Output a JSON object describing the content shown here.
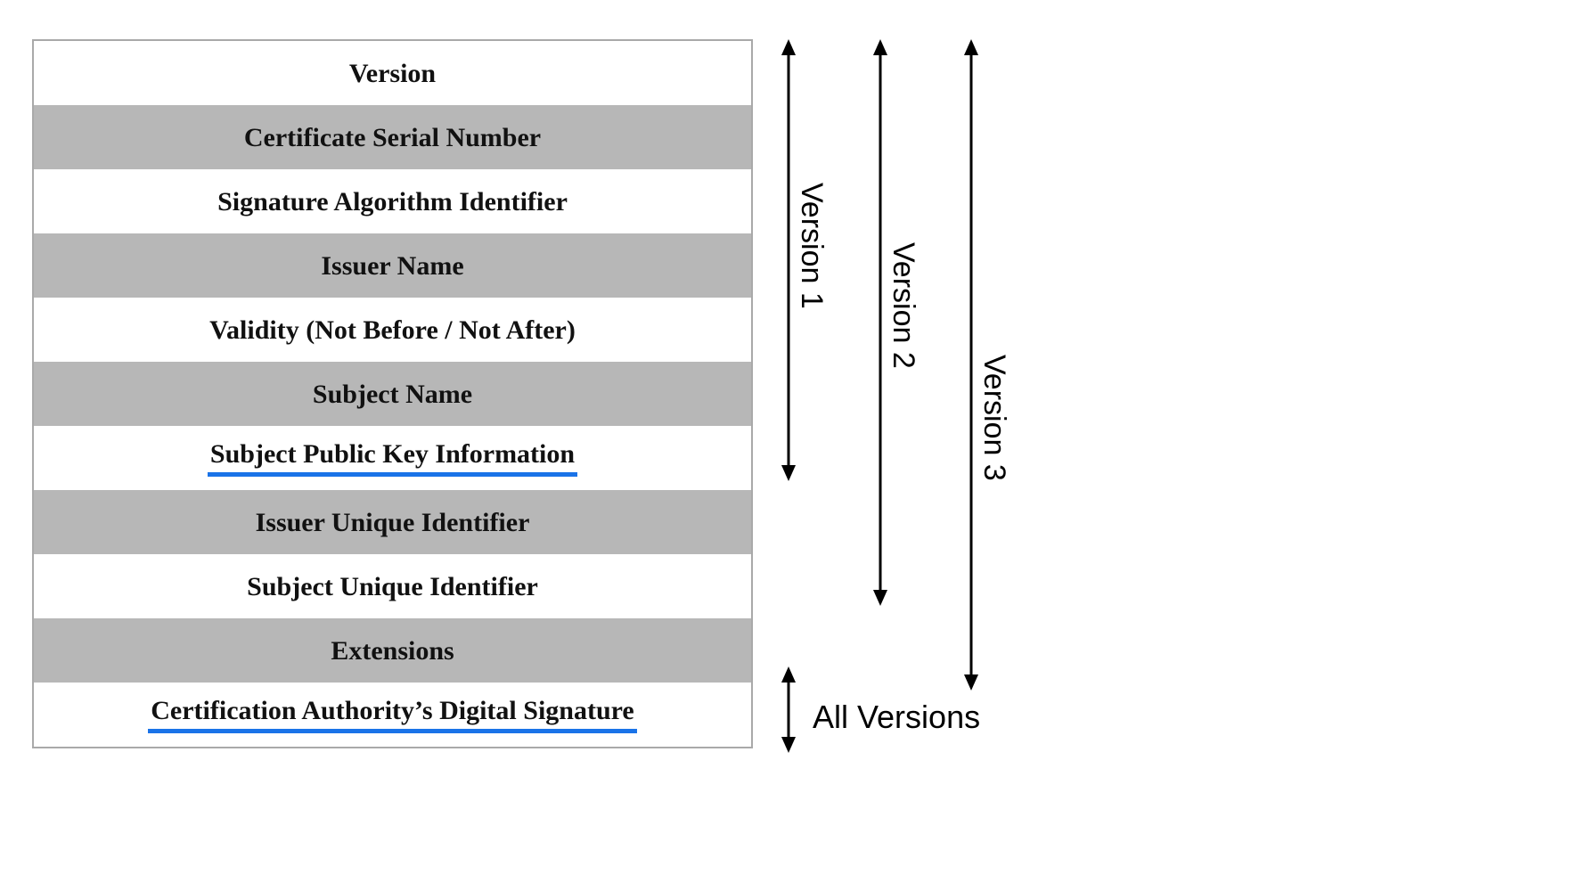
{
  "table": {
    "rows": [
      {
        "label": "Version",
        "shaded": false,
        "underlined": false
      },
      {
        "label": "Certificate Serial Number",
        "shaded": true,
        "underlined": false
      },
      {
        "label": "Signature Algorithm Identifier",
        "shaded": false,
        "underlined": false
      },
      {
        "label": "Issuer Name",
        "shaded": true,
        "underlined": false
      },
      {
        "label": "Validity (Not Before / Not After)",
        "shaded": false,
        "underlined": false
      },
      {
        "label": "Subject Name",
        "shaded": true,
        "underlined": false
      },
      {
        "label": "Subject Public Key Information",
        "shaded": false,
        "underlined": true
      },
      {
        "label": "Issuer Unique Identifier",
        "shaded": true,
        "underlined": false
      },
      {
        "label": "Subject Unique Identifier",
        "shaded": false,
        "underlined": false
      },
      {
        "label": "Extensions",
        "shaded": true,
        "underlined": false
      },
      {
        "label": "Certification Authority’s Digital Signature",
        "shaded": false,
        "underlined": true
      }
    ]
  },
  "annotations": {
    "version_spans": [
      {
        "label": "Version 1"
      },
      {
        "label": "Version 2"
      },
      {
        "label": "Version 3"
      }
    ],
    "all_versions_label": "All Versions"
  },
  "colors": {
    "shaded_row": "#b7b7b7",
    "underline_blue": "#1a73e8",
    "arrow": "#000000",
    "table_border": "#a9a9a9"
  }
}
